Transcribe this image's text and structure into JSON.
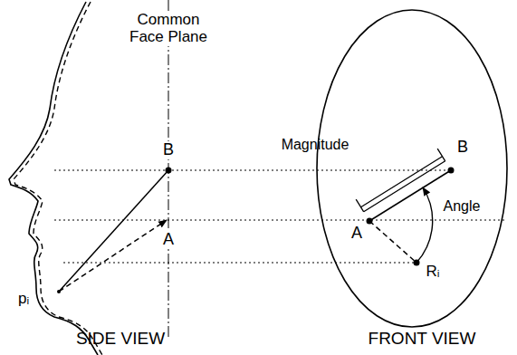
{
  "diagram": {
    "labels": [
      "Common Face Plane",
      "B",
      "A",
      "pᵢ",
      "SIDE VIEW",
      "Magnitude",
      "B",
      "Angle",
      "A",
      "Rᵢ",
      "FRONT VIEW"
    ]
  }
}
